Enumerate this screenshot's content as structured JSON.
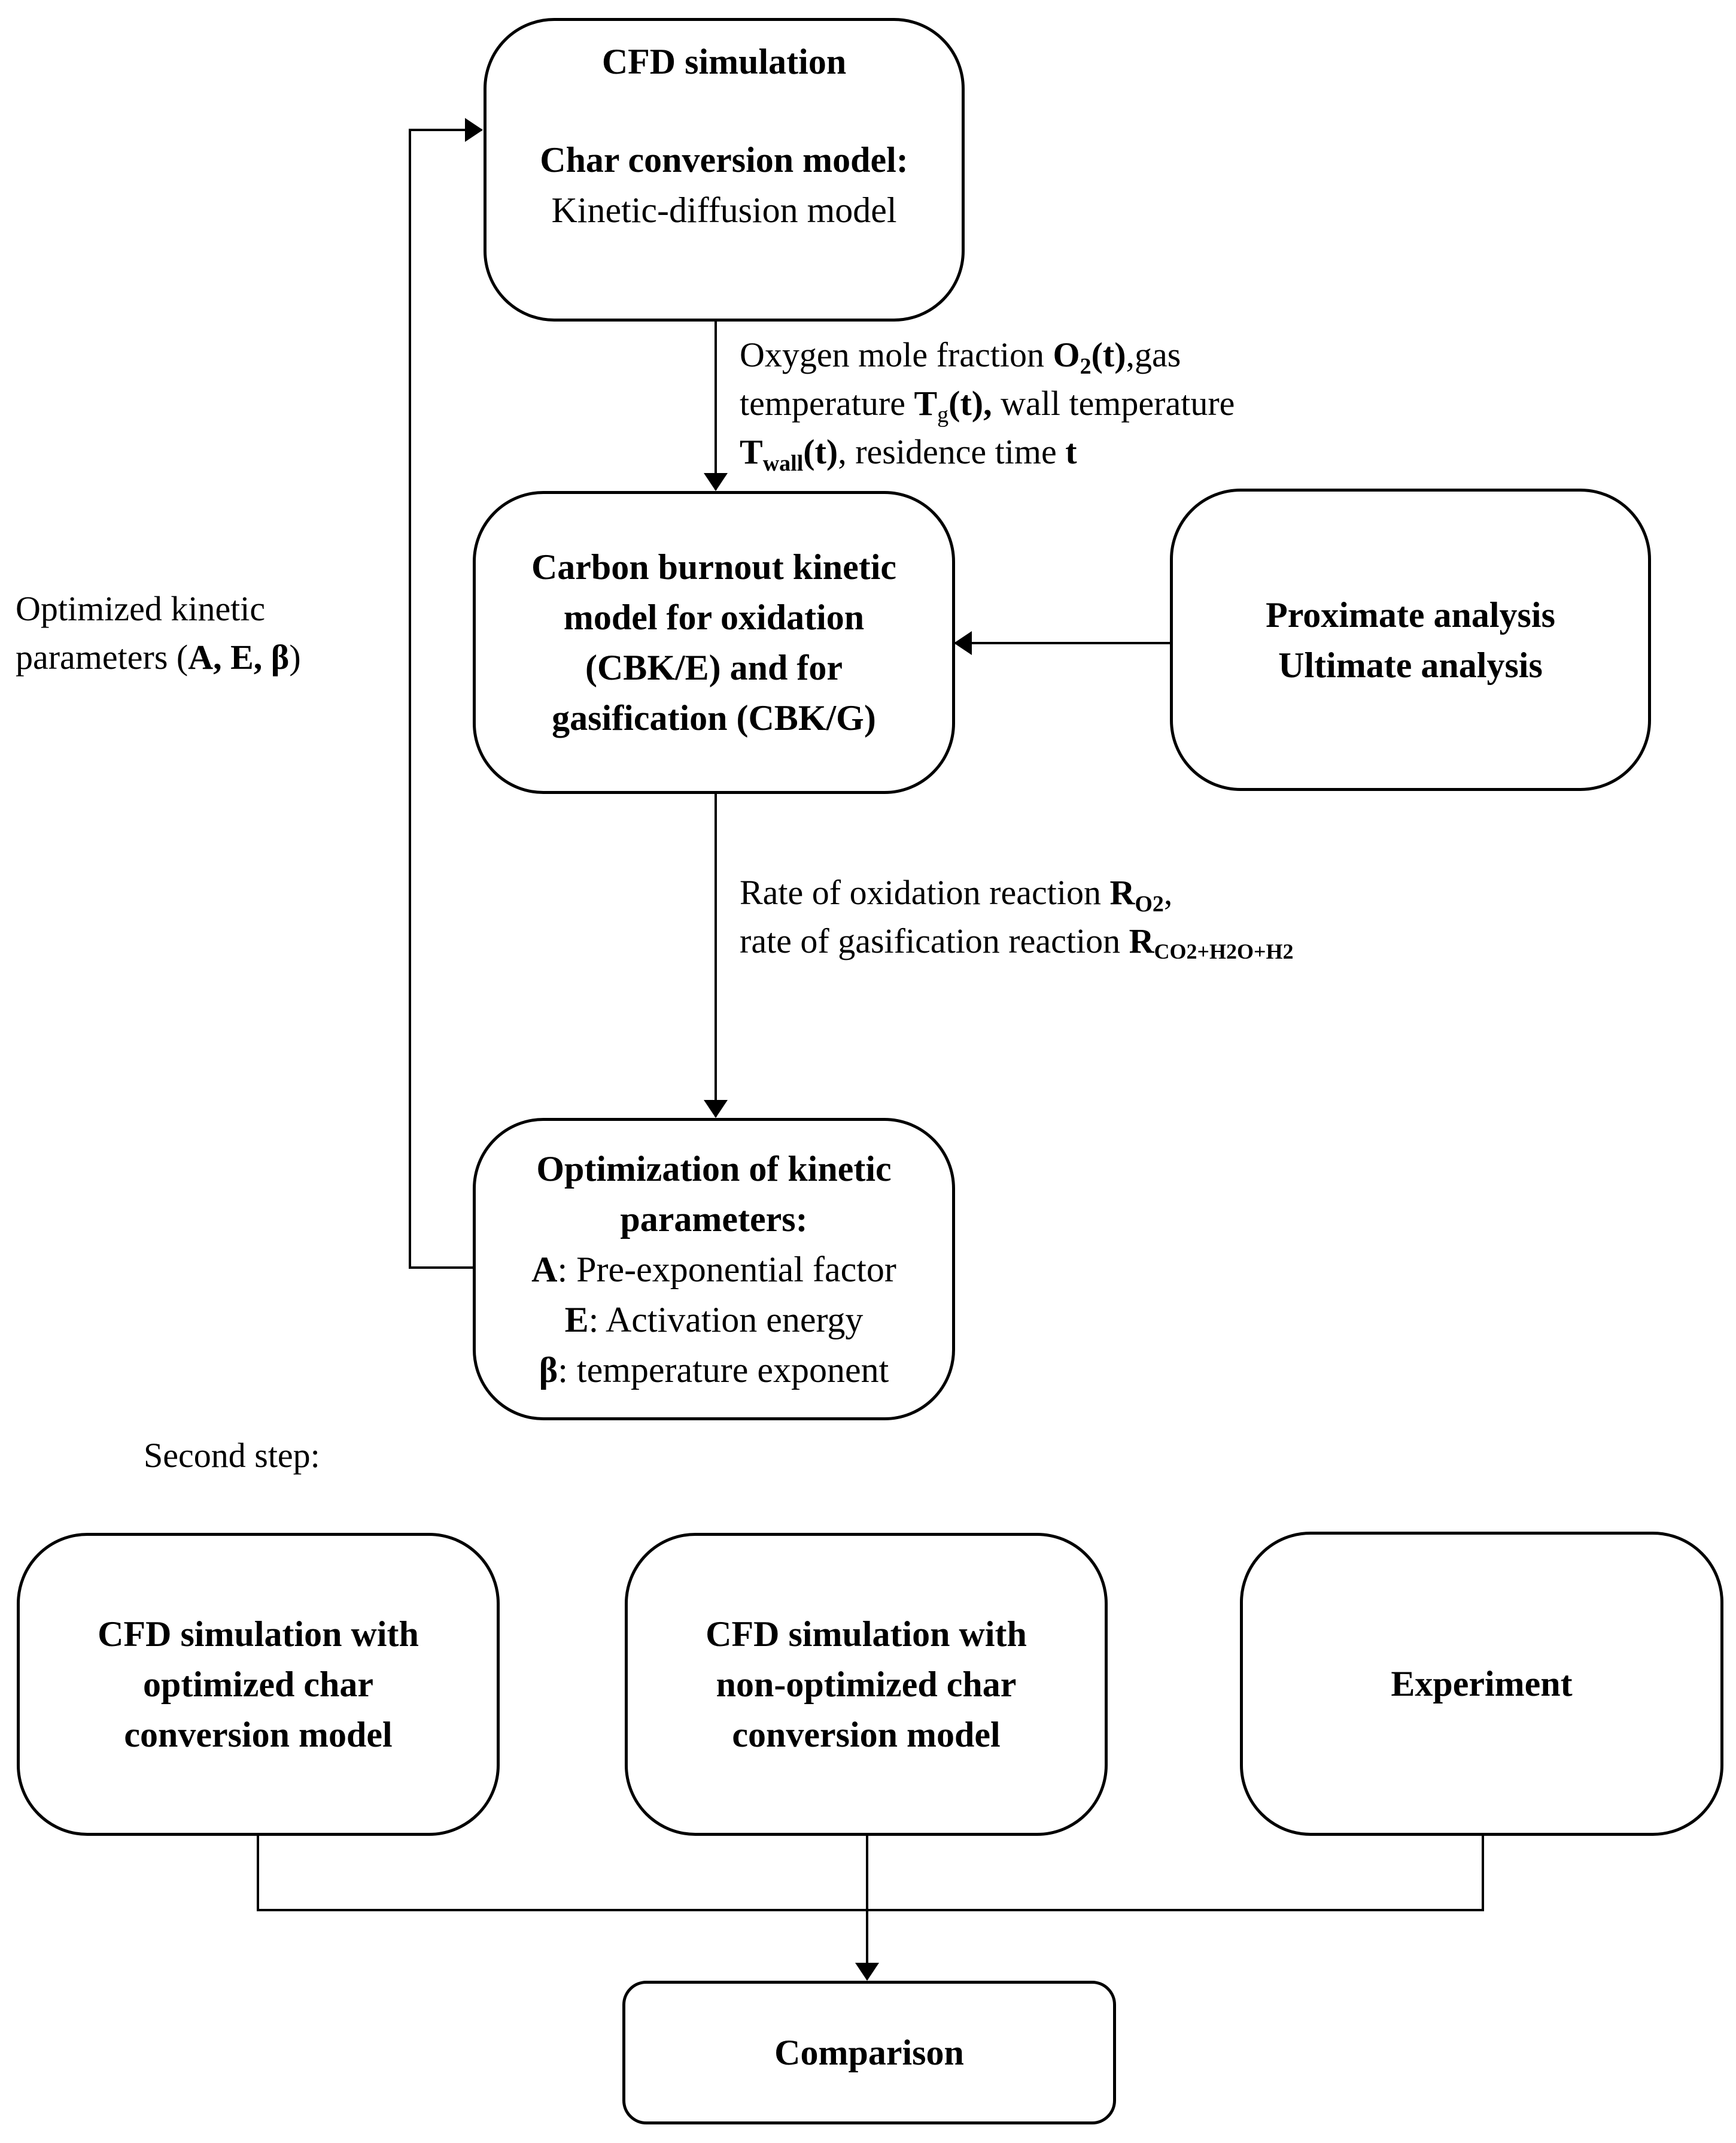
{
  "boxes": {
    "cfd": {
      "title": "CFD simulation",
      "subtitle": "Char conversion model:",
      "detail": "Kinetic-diffusion model"
    },
    "cbk": {
      "line1": "Carbon burnout kinetic",
      "line2": "model for oxidation",
      "line3": "(CBK/E) and for",
      "line4": "gasification (CBK/G)"
    },
    "analysis": {
      "line1": "Proximate analysis",
      "line2": "Ultimate analysis"
    },
    "optimization": {
      "line1": "Optimization of kinetic",
      "line2": "parameters:",
      "a_sym": "A",
      "a_text": ": Pre-exponential factor",
      "e_sym": "E",
      "e_text": ": Activation energy",
      "b_sym": "β",
      "b_text": ": temperature exponent"
    },
    "optimized_cfd": {
      "line1": "CFD simulation with",
      "line2": "optimized char",
      "line3": "conversion model"
    },
    "nonoptimized_cfd": {
      "line1": "CFD simulation with",
      "line2": "non-optimized char",
      "line3": "conversion model"
    },
    "experiment": "Experiment",
    "comparison": "Comparison"
  },
  "labels": {
    "flow1": {
      "l1_a": "Oxygen mole fraction ",
      "l1_sym": "O",
      "l1_sub": "2",
      "l1_arg": "(t)",
      "l1_b": ",gas",
      "l2_a": "temperature ",
      "l2_sym": "T",
      "l2_sub": "g",
      "l2_arg": "(t),",
      "l2_b": " wall temperature",
      "l3_sym": "T",
      "l3_sub": "wall",
      "l3_arg": "(t)",
      "l3_b": ", residence time ",
      "l3_t": "t"
    },
    "flow2": {
      "l1_a": "Rate of oxidation reaction ",
      "l1_sym": "R",
      "l1_sub": "O2",
      "l1_b": ",",
      "l2_a": "rate of gasification reaction ",
      "l2_sym": "R",
      "l2_sub": "CO2+H2O+H2"
    },
    "feedback": {
      "line1": "Optimized kinetic",
      "line2_a": "parameters (",
      "line2_params": "A, E, β",
      "line2_b": ")"
    },
    "second_step": "Second step:"
  }
}
